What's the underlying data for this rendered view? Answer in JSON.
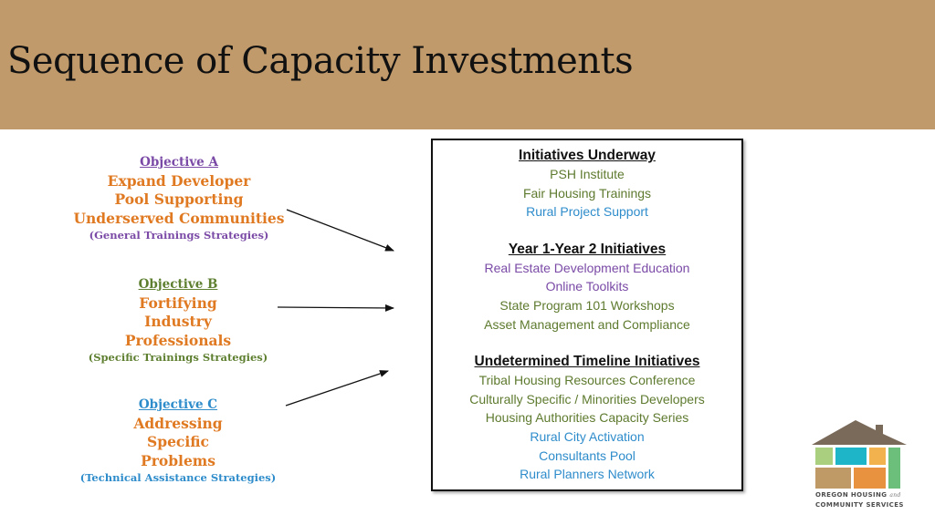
{
  "header": {
    "title": "Sequence of Capacity Investments",
    "band_color": "#c09a6b"
  },
  "objectives": [
    {
      "label": "Objective A",
      "title_lines": [
        "Expand Developer",
        "Pool Supporting",
        "Underserved Communities"
      ],
      "subtitle": "(General Trainings Strategies)",
      "accent_color": "#7a4aa6"
    },
    {
      "label": "Objective B",
      "title_lines": [
        "Fortifying",
        "Industry",
        "Professionals"
      ],
      "subtitle": "(Specific Trainings Strategies)",
      "accent_color": "#5e7f30"
    },
    {
      "label": "Objective C",
      "title_lines": [
        "Addressing",
        "Specific",
        "Problems"
      ],
      "subtitle": "(Technical Assistance Strategies)",
      "accent_color": "#2e8ccb"
    }
  ],
  "objective_title_color": "#e07a22",
  "initiatives": {
    "sections": [
      {
        "heading": "Initiatives Underway",
        "items": [
          {
            "text": "PSH Institute",
            "color": "green"
          },
          {
            "text": "Fair Housing Trainings",
            "color": "green"
          },
          {
            "text": "Rural Project Support",
            "color": "blue"
          }
        ]
      },
      {
        "heading": "Year 1-Year 2 Initiatives",
        "items": [
          {
            "text": "Real Estate Development Education",
            "color": "purple"
          },
          {
            "text": "Online Toolkits",
            "color": "purple"
          },
          {
            "text": "State Program 101 Workshops",
            "color": "green"
          },
          {
            "text": "Asset Management and Compliance",
            "color": "green"
          }
        ]
      },
      {
        "heading": "Undetermined Timeline Initiatives",
        "items": [
          {
            "text": "Tribal Housing Resources Conference",
            "color": "green"
          },
          {
            "text": "Culturally Specific / Minorities Developers",
            "color": "green"
          },
          {
            "text": "Housing Authorities Capacity Series",
            "color": "green"
          },
          {
            "text": "Rural City Activation",
            "color": "blue"
          },
          {
            "text": "Consultants Pool",
            "color": "blue"
          },
          {
            "text": "Rural Planners Network",
            "color": "blue"
          }
        ]
      }
    ]
  },
  "logo": {
    "line1": "OREGON HOUSING",
    "and": "and",
    "line2": "COMMUNITY SERVICES",
    "icon": "house-logo-icon"
  }
}
